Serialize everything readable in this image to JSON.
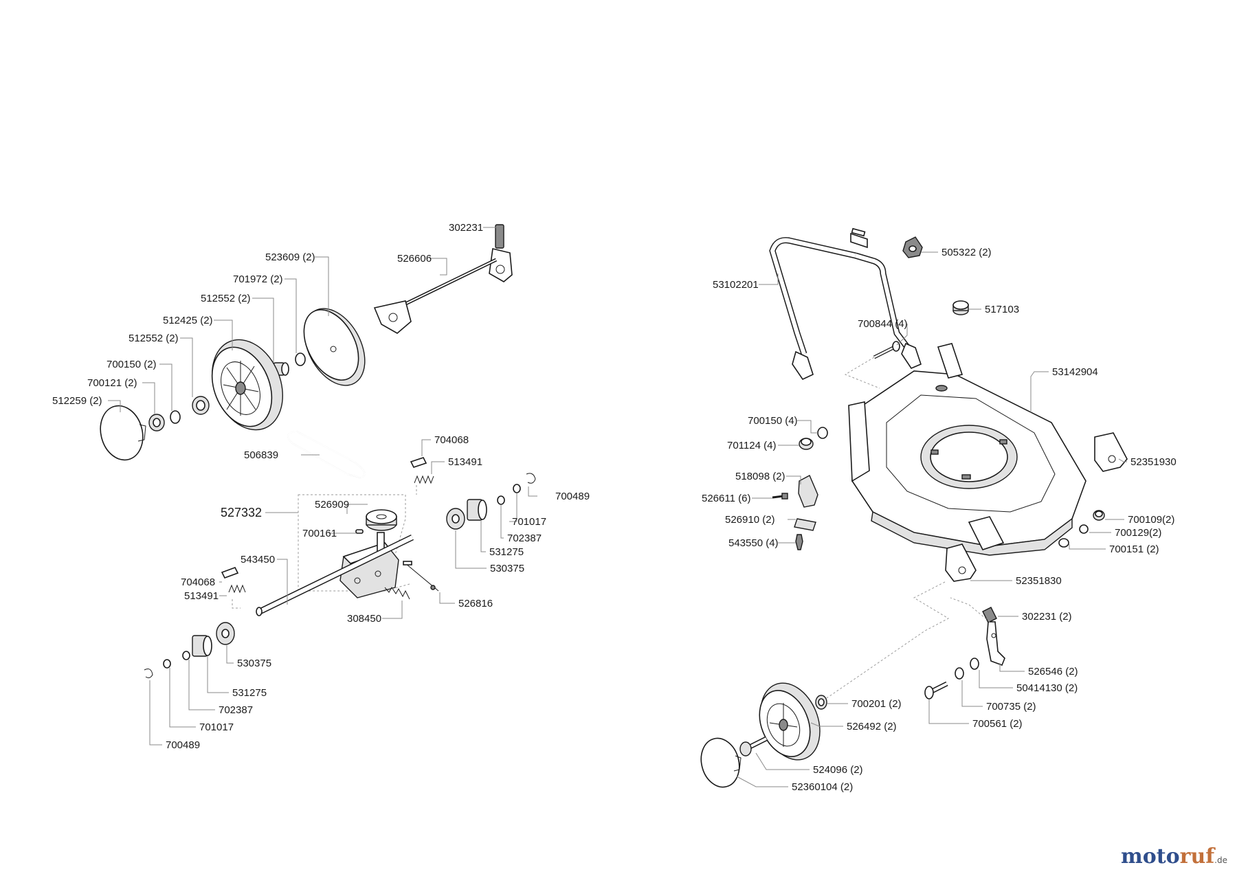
{
  "brand": {
    "logo_part1": "moto",
    "logo_part2": "ruf",
    "logo_tld": ".de"
  },
  "labels": {
    "l_302231_a": "302231",
    "l_526606": "526606",
    "l_523609": "523609 (2)",
    "l_701972": "701972 (2)",
    "l_512552_a": "512552 (2)",
    "l_512425": "512425 (2)",
    "l_512552_b": "512552 (2)",
    "l_700150_a": "700150 (2)",
    "l_700121": "700121 (2)",
    "l_512259": "512259 (2)",
    "l_506839": "506839",
    "l_704068_a": "704068",
    "l_513491_a": "513491",
    "l_700489_a": "700489",
    "l_526909": "526909",
    "l_527332": "527332",
    "l_701017_a": "701017",
    "l_700161": "700161",
    "l_702387_a": "702387",
    "l_531275_a": "531275",
    "l_543450": "543450",
    "l_530375_a": "530375",
    "l_704068_b": "704068",
    "l_513491_b": "513491",
    "l_526816": "526816",
    "l_308450": "308450",
    "l_530375_b": "530375",
    "l_531275_b": "531275",
    "l_702387_b": "702387",
    "l_701017_b": "701017",
    "l_700489_b": "700489",
    "l_505322": "505322 (2)",
    "l_53102201": "53102201",
    "l_517103": "517103",
    "l_700844": "700844 (4)",
    "l_53142904": "53142904",
    "l_700150_b": "700150 (4)",
    "l_701124": "701124 (4)",
    "l_52351930": "52351930",
    "l_518098": "518098 (2)",
    "l_526611": "526611 (6)",
    "l_526910": "526910 (2)",
    "l_700109": "700109(2)",
    "l_700129": "700129(2)",
    "l_543550": "543550 (4)",
    "l_700151": "700151 (2)",
    "l_52351830": "52351830",
    "l_302231_b": "302231 (2)",
    "l_526546": "526546 (2)",
    "l_50414130": "50414130 (2)",
    "l_700201": "700201 (2)",
    "l_700735": "700735 (2)",
    "l_526492": "526492 (2)",
    "l_700561": "700561 (2)",
    "l_524096": "524096 (2)",
    "l_52360104": "52360104 (2)"
  }
}
